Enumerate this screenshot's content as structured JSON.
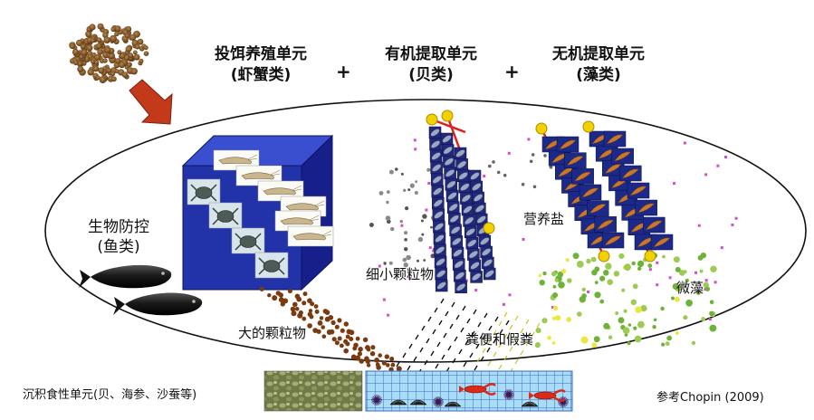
{
  "header": {
    "unit1_line1": "投饵养殖单元",
    "unit1_line2": "(虾蟹类)",
    "plus1": "+",
    "unit2_line1": "有机提取单元",
    "unit2_line2": "(贝类)",
    "plus2": "+",
    "unit3_line1": "无机提取单元",
    "unit3_line2": "(藻类)"
  },
  "labels": {
    "bio_control_line1": "生物防控",
    "bio_control_line2": "(鱼类)",
    "fine_particles": "细小颗粒物",
    "nutrients": "营养盐",
    "microalgae": "微藻",
    "large_particles": "大的颗粒物",
    "feces": "粪便和假粪",
    "deposit_unit": "沉积食性单元(贝、海参、沙蚕等)",
    "reference": "参考Chopin (2009)"
  },
  "colors": {
    "cube_blue": "#2233aa",
    "rope_red": "#dd2222",
    "buoy_yellow": "#f2d100",
    "arrow_red": "#c23a1a",
    "particle_brown": "#7a3a10",
    "grid_blue": "#3a6acc",
    "microalgae_green": "#8fc64a",
    "dot_pink": "#d44cc8"
  },
  "icons": {
    "feed": "feed-pellets-icon",
    "fish": "fish-icon",
    "shrimp": "shrimp-icon",
    "crab": "crab-icon",
    "shellfish": "shellfish-icon",
    "seaweed": "seaweed-icon",
    "lobster": "lobster-icon",
    "urchin": "sea-urchin-icon"
  }
}
